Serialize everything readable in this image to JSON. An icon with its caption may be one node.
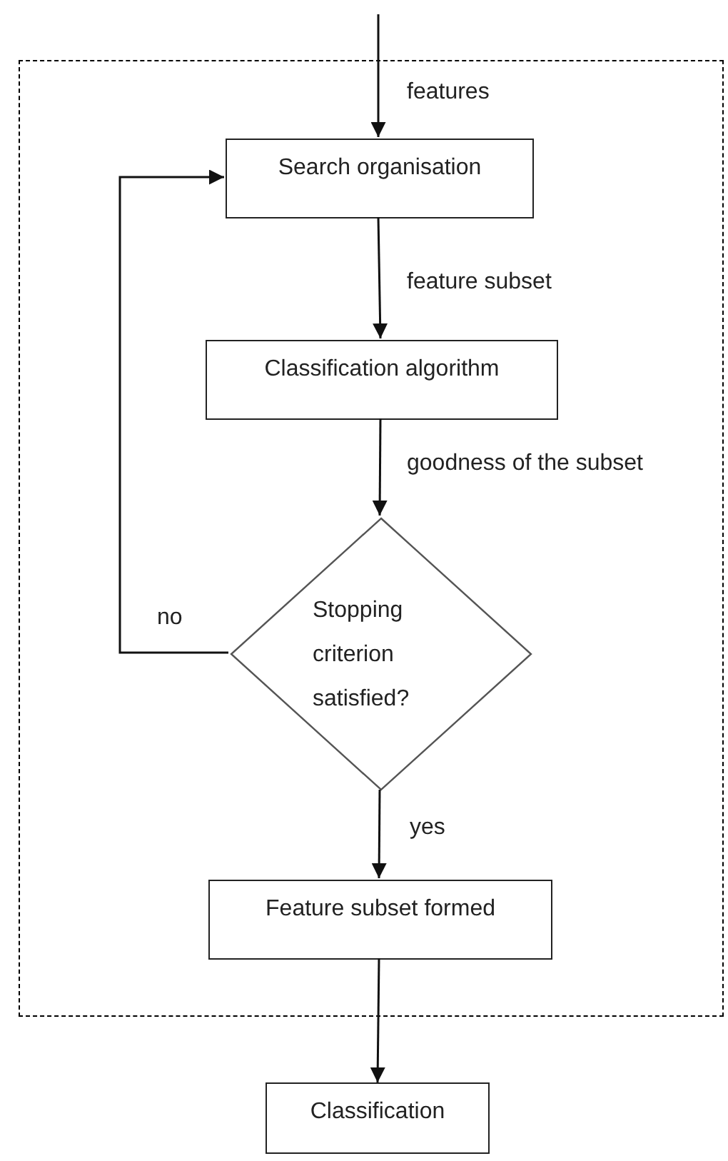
{
  "diagram": {
    "nodes": [
      {
        "text": [],
        "shape": "box"
      },
      {
        "text": [
          "Search organisation"
        ],
        "in": 0
      },
      {
        "text": [
          "Classification algorithm"
        ],
        "in": 0
      },
      {
        "text": [
          "Stopping criterion satisfied?"
        ],
        "in": 0
      },
      {
        "text": [
          "Feature subset formed"
        ],
        "in": 0
      },
      {
        "text": [
          "Classification"
        ]
      }
    ],
    "edges": [
      {
        "from": null,
        "to": 1,
        "arrow": "to",
        "label": "features"
      },
      {
        "from": 1,
        "to": 2,
        "arrow": "to",
        "label": "feature subset"
      },
      {
        "from": 2,
        "to": 3,
        "arrow": "to",
        "label": "goodness of the subset"
      },
      {
        "from": 3,
        "to": 1,
        "arrow": "to",
        "label": "no"
      },
      {
        "from": 3,
        "to": 4,
        "arrow": "to",
        "label": "yes"
      },
      {
        "from": 4,
        "to": 5,
        "arrow": "to"
      }
    ]
  }
}
